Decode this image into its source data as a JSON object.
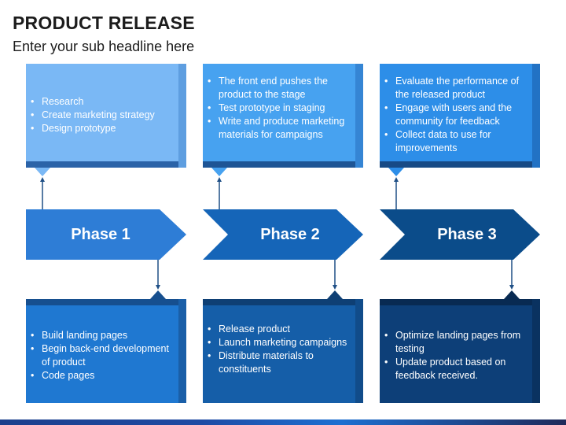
{
  "header": {
    "title": "PRODUCT RELEASE",
    "subtitle": "Enter your sub headline here"
  },
  "phases": [
    {
      "label": "Phase 1",
      "chevron_color": "#2e7dd6",
      "top_box": {
        "face_color": "#7ab8f5",
        "side_color": "#5e9ee0",
        "bottom_color": "#2b63a8",
        "items": [
          "Research",
          "Create marketing strategy",
          "Design prototype"
        ]
      },
      "bottom_box": {
        "face_color": "#1f78d1",
        "side_color": "#1a5fa8",
        "top_color": "#164f8f",
        "items": [
          "Build landing pages",
          "Begin back-end development of product",
          "Code pages"
        ]
      }
    },
    {
      "label": "Phase 2",
      "chevron_color": "#1565b8",
      "top_box": {
        "face_color": "#47a2f0",
        "side_color": "#3585d4",
        "bottom_color": "#1e5595",
        "items": [
          "The front end pushes the product to the stage",
          "Test prototype in staging",
          "Write and produce marketing materials for campaigns"
        ]
      },
      "bottom_box": {
        "face_color": "#155ea8",
        "side_color": "#114c8a",
        "top_color": "#0e3f74",
        "items": [
          "Release product",
          "Launch marketing campaigns",
          "Distribute materials to constituents"
        ]
      }
    },
    {
      "label": "Phase 3",
      "chevron_color": "#0b4c8a",
      "top_box": {
        "face_color": "#2d8ee8",
        "side_color": "#2272c4",
        "bottom_color": "#174a85",
        "items": [
          "Evaluate the performance of the released product",
          "Engage with users and the community for feedback",
          "Collect data to use for improvements"
        ]
      },
      "bottom_box": {
        "face_color": "#0d3f78",
        "side_color": "#0a3260",
        "top_color": "#082a52",
        "items": [
          "Optimize landing pages from testing",
          "Update product based on feedback received."
        ]
      }
    }
  ],
  "colors": {
    "connector": "#1f4f86"
  }
}
